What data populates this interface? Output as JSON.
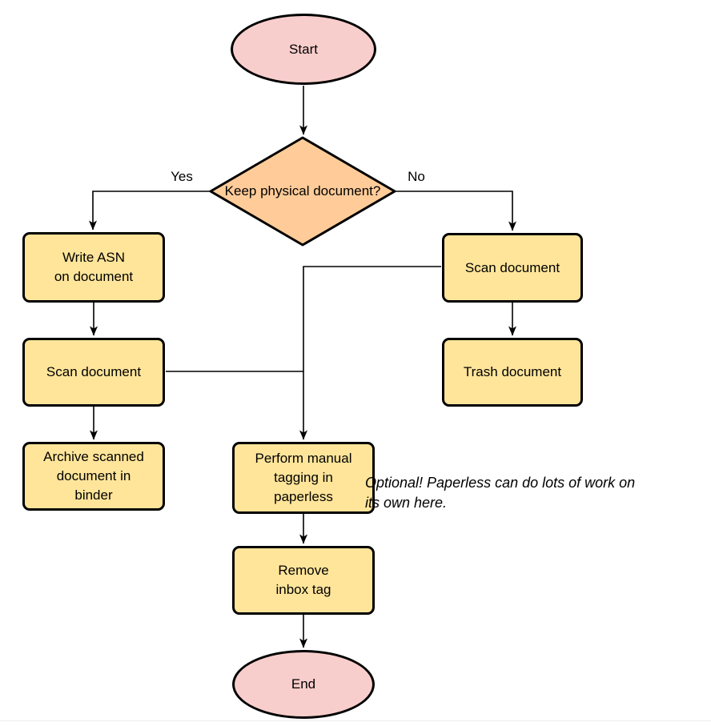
{
  "colors": {
    "terminal_fill": "#f8cecc",
    "decision_fill": "#ffcc99",
    "process_fill": "#ffe59a",
    "stroke": "#000000",
    "annotation_color": "#000000"
  },
  "nodes": {
    "start": {
      "label": "Start"
    },
    "decision": {
      "label": "Keep physical\ndocument?"
    },
    "write_asn": {
      "label": "Write ASN\non document"
    },
    "scan_left": {
      "label": "Scan document"
    },
    "archive": {
      "label": "Archive scanned\ndocument in\nbinder"
    },
    "scan_right": {
      "label": "Scan document"
    },
    "trash": {
      "label": "Trash document"
    },
    "tagging": {
      "label": "Perform manual\ntagging in\npaperless"
    },
    "remove_inbox": {
      "label": "Remove\ninbox tag"
    },
    "end": {
      "label": "End"
    }
  },
  "edge_labels": {
    "yes": "Yes",
    "no": "No"
  },
  "annotation": "Optional! Paperless can do lots of work on\nits own here."
}
